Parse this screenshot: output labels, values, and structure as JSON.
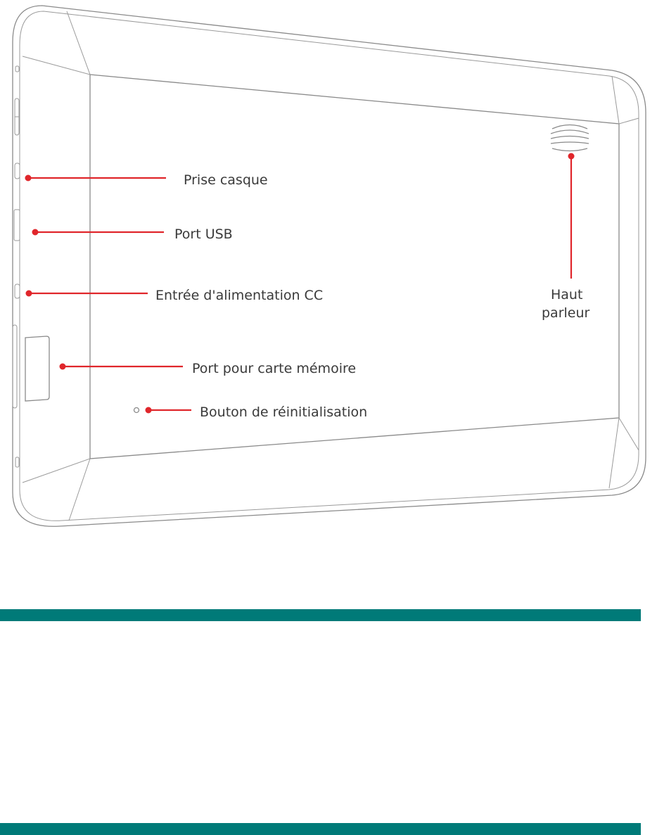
{
  "labels": {
    "headphone_jack": "Prise casque",
    "usb_port": "Port USB",
    "dc_power_input": "Entrée d'alimentation CC",
    "memory_card_slot": "Port pour carte mémoire",
    "reset_button": "Bouton de réinitialisation",
    "speaker_line1": "Haut",
    "speaker_line2": "parleur"
  },
  "colors": {
    "callout_red": "#e0262b",
    "band_teal": "#007a78",
    "outline_gray": "#8a8a8a",
    "label_text": "#3a3a3a"
  }
}
